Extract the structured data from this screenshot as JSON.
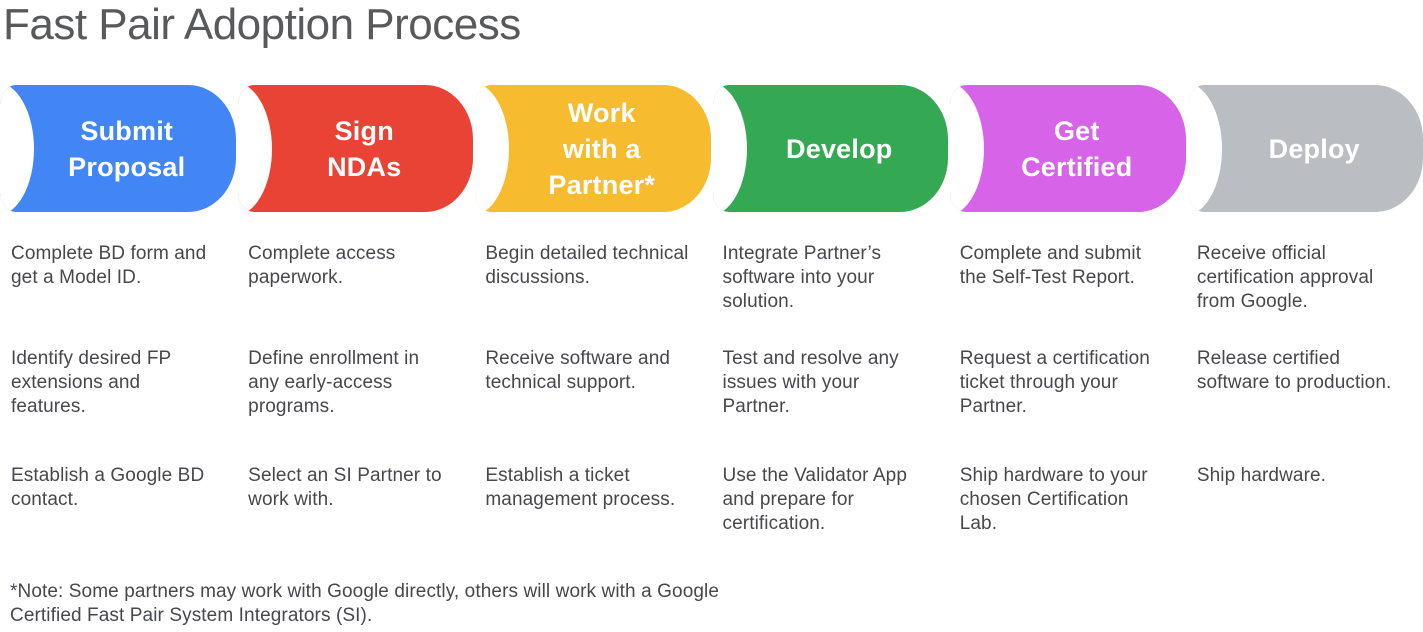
{
  "title": "Fast Pair Adoption Process",
  "note": "*Note: Some partners may work with Google directly, others will work with a Google Certified Fast Pair System Integrators (SI).",
  "colors": {
    "title_text": "#58595B",
    "body_text": "#47484C",
    "stage_label_text": "#ffffff",
    "background": "#ffffff"
  },
  "stages": [
    {
      "label": "Submit Proposal",
      "label_lines": [
        "Submit",
        "Proposal"
      ],
      "color": "#4285F4",
      "items": [
        "Complete BD form and get a Model ID.",
        "Identify desired FP extensions and features.",
        "Establish a Google BD contact."
      ]
    },
    {
      "label": "Sign NDAs",
      "label_lines": [
        "Sign",
        "NDAs"
      ],
      "color": "#E94335",
      "items": [
        "Complete access paperwork.",
        "Define enrollment in any early-access programs.",
        "Select an SI Partner to work with."
      ]
    },
    {
      "label": "Work with a Partner*",
      "label_lines": [
        "Work",
        "with a",
        "Partner*"
      ],
      "color": "#F6BB2E",
      "items": [
        "Begin detailed technical discussions.",
        "Receive software and technical support.",
        "Establish a ticket management process."
      ]
    },
    {
      "label": "Develop",
      "label_lines": [
        "Develop"
      ],
      "color": "#34A853",
      "items": [
        "Integrate Partner’s software into your solution.",
        "Test and resolve any issues with your Partner.",
        "Use the Validator App and prepare for certification."
      ]
    },
    {
      "label": "Get Certified",
      "label_lines": [
        "Get",
        "Certified"
      ],
      "color": "#D763E8",
      "items": [
        "Complete and submit the Self-Test Report.",
        "Request a certification ticket through your Partner.",
        "Ship hardware to your chosen Certification Lab."
      ]
    },
    {
      "label": "Deploy",
      "label_lines": [
        "Deploy"
      ],
      "color": "#BABDC2",
      "items": [
        "Receive official certification approval from Google.",
        "Release certified software to production.",
        "Ship hardware."
      ]
    }
  ]
}
